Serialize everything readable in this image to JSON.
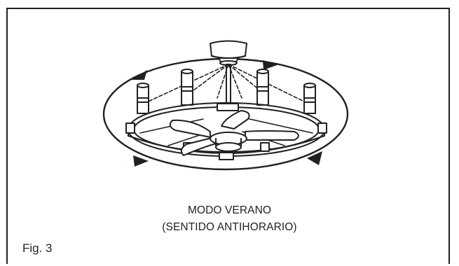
{
  "diagram": {
    "mode_title": "MODO VERANO",
    "rotation_direction": "(SENTIDO ANTIHORARIO)",
    "figure_label": "Fig. 3",
    "arrows": "counterclockwise-rotation-arrows",
    "object": "chandelier-ceiling-fan-icon",
    "line_color": "#231f20",
    "background_color": "#ffffff"
  }
}
